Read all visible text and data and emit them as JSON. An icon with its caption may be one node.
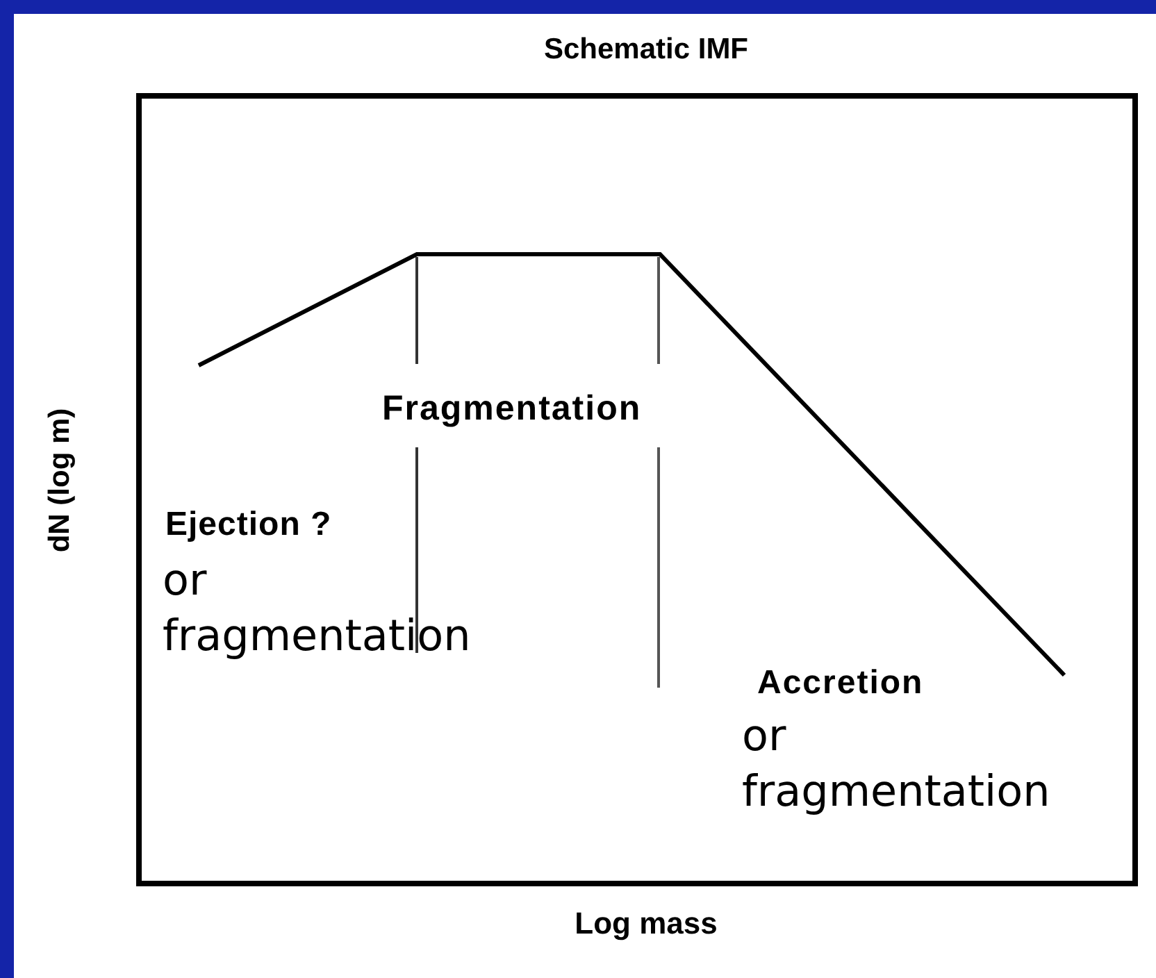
{
  "diagram": {
    "title": "Schematic IMF",
    "labels": [
      "dN (log m)",
      "Fragmentation",
      "Ejection ?",
      "or fragmentation",
      "Accretion",
      "or fragmentation",
      "Log mass"
    ]
  }
}
